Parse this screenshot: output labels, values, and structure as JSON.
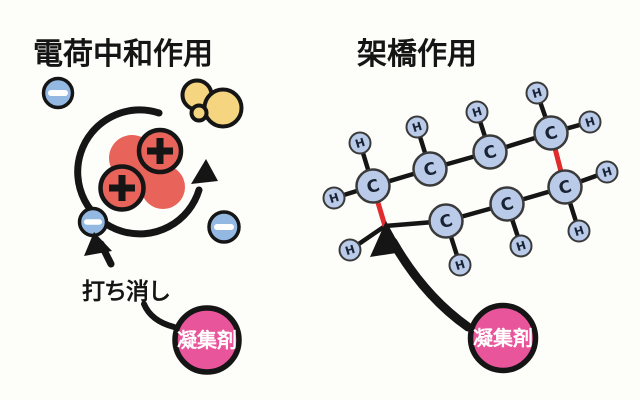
{
  "colors": {
    "background": "#fdfdfa",
    "ink": "#151515",
    "red_particle": "#e8635a",
    "yellow_particle": "#f5d57f",
    "blue_particle": "#93b9e3",
    "atom_fill": "#b9cbe9",
    "atom_stroke": "#3a3a3a",
    "atom_letter": "#1a2333",
    "pink_flocculant": "#e9559a",
    "red_bond": "#e02c2c",
    "label_on_pink": "#ffffff"
  },
  "left_panel": {
    "title": "電荷中和作用",
    "cancel_label": "打ち消し",
    "flocculant_label": "凝集剤",
    "positive_symbol": "+",
    "negative_symbol": "−"
  },
  "right_panel": {
    "title": "架橋作用",
    "flocculant_label": "凝集剤",
    "carbon_label": "C",
    "hydrogen_label": "H"
  }
}
